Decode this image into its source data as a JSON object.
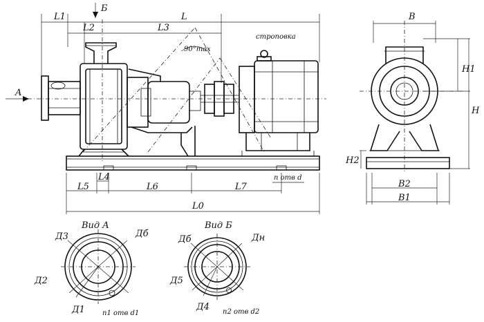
{
  "labels": {
    "A_arrow": "A",
    "B_arrow": "Б",
    "L1": "L1",
    "L2": "L2",
    "L3": "L3",
    "L": "L",
    "angle": "90°max",
    "sling": "строповка",
    "B": "B",
    "H1": "H1",
    "H": "H",
    "H2": "H2",
    "B2": "B2",
    "B1": "B1",
    "L4": "L4",
    "L5": "L5",
    "L6": "L6",
    "L7": "L7",
    "holes_d": "n отв d",
    "L0": "L0",
    "viewA": "Вид A",
    "viewB": "Вид Б",
    "D3": "Д3",
    "Db_a": "Дб",
    "D2": "Д2",
    "D1": "Д1",
    "n1_d1": "n1 отв d1",
    "Db_b": "Дб",
    "Dn": "Дн",
    "D5": "Д5",
    "D4": "Д4",
    "n2_d2": "n2 отв d2"
  }
}
